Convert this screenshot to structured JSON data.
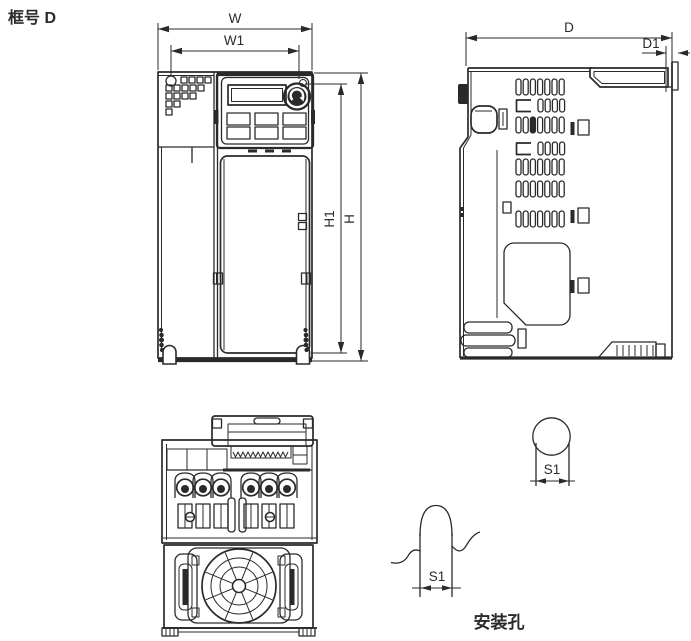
{
  "labels": {
    "frame": "框号 D",
    "mounting_hole": "安装孔"
  },
  "dimensions": {
    "w": "W",
    "w1": "W1",
    "h1": "H1",
    "h": "H",
    "d": "D",
    "d1": "D1",
    "s1_top": "S1",
    "s1_bottom": "S1"
  },
  "colors": {
    "line": "#2a2a2a",
    "background": "#ffffff"
  }
}
